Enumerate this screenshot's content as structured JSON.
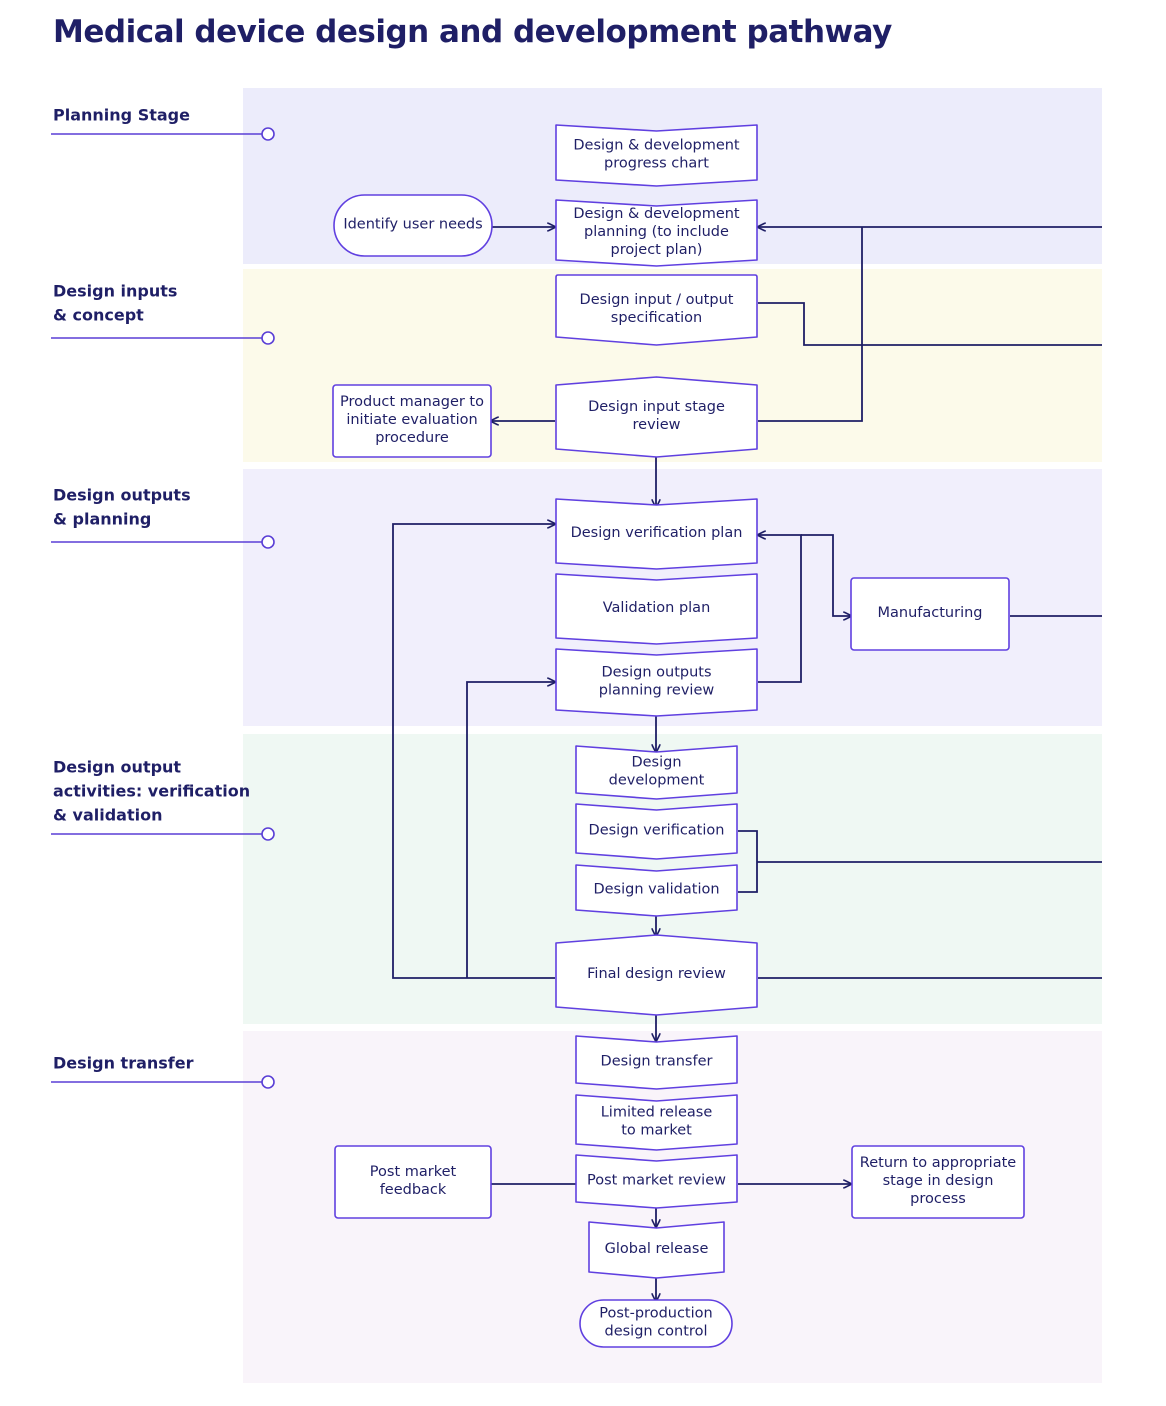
{
  "title": "Medical device design and development pathway",
  "colors": {
    "title": "#1f1f66",
    "shape_stroke": "#6040e0",
    "connector": "#1f1f66",
    "band_planning": "#ececfb",
    "band_inputs": "#fcfaea",
    "band_outputs": "#f1effc",
    "band_activities": "#eff8f3",
    "band_transfer": "#f9f4fa"
  },
  "stages": [
    {
      "id": "planning",
      "lines": [
        "Planning Stage"
      ]
    },
    {
      "id": "inputs",
      "lines": [
        "Design inputs",
        "& concept"
      ]
    },
    {
      "id": "outputs",
      "lines": [
        "Design outputs",
        "& planning"
      ]
    },
    {
      "id": "activities",
      "lines": [
        "Design output",
        "activities: verification",
        "& validation"
      ]
    },
    {
      "id": "transfer",
      "lines": [
        "Design transfer"
      ]
    }
  ],
  "nodes": [
    {
      "id": "progress-chart",
      "lines": [
        "Design & development",
        "progress chart"
      ]
    },
    {
      "id": "identify-needs",
      "lines": [
        "Identify user needs"
      ]
    },
    {
      "id": "dd-planning",
      "lines": [
        "Design & development",
        "planning (to include",
        "project plan)"
      ]
    },
    {
      "id": "io-spec",
      "lines": [
        "Design input / output",
        "specification"
      ]
    },
    {
      "id": "product-manager",
      "lines": [
        "Product manager to",
        "initiate evaluation",
        "procedure"
      ]
    },
    {
      "id": "input-review",
      "lines": [
        "Design input stage",
        "review"
      ]
    },
    {
      "id": "verification-plan",
      "lines": [
        "Design verification plan"
      ]
    },
    {
      "id": "validation-plan",
      "lines": [
        "Validation plan"
      ]
    },
    {
      "id": "manufacturing",
      "lines": [
        "Manufacturing"
      ]
    },
    {
      "id": "outputs-review",
      "lines": [
        "Design outputs",
        "planning review"
      ]
    },
    {
      "id": "design-development",
      "lines": [
        "Design",
        "development"
      ]
    },
    {
      "id": "design-verification",
      "lines": [
        "Design verification"
      ]
    },
    {
      "id": "design-validation",
      "lines": [
        "Design validation"
      ]
    },
    {
      "id": "final-review",
      "lines": [
        "Final design review"
      ]
    },
    {
      "id": "design-transfer",
      "lines": [
        "Design transfer"
      ]
    },
    {
      "id": "limited-release",
      "lines": [
        "Limited release",
        "to market"
      ]
    },
    {
      "id": "post-market-feedback",
      "lines": [
        "Post market",
        "feedback"
      ]
    },
    {
      "id": "post-market-review",
      "lines": [
        "Post market review"
      ]
    },
    {
      "id": "return-stage",
      "lines": [
        "Return to appropriate",
        "stage in design",
        "process"
      ]
    },
    {
      "id": "global-release",
      "lines": [
        "Global release"
      ]
    },
    {
      "id": "post-production",
      "lines": [
        "Post-production",
        "design control"
      ]
    }
  ]
}
